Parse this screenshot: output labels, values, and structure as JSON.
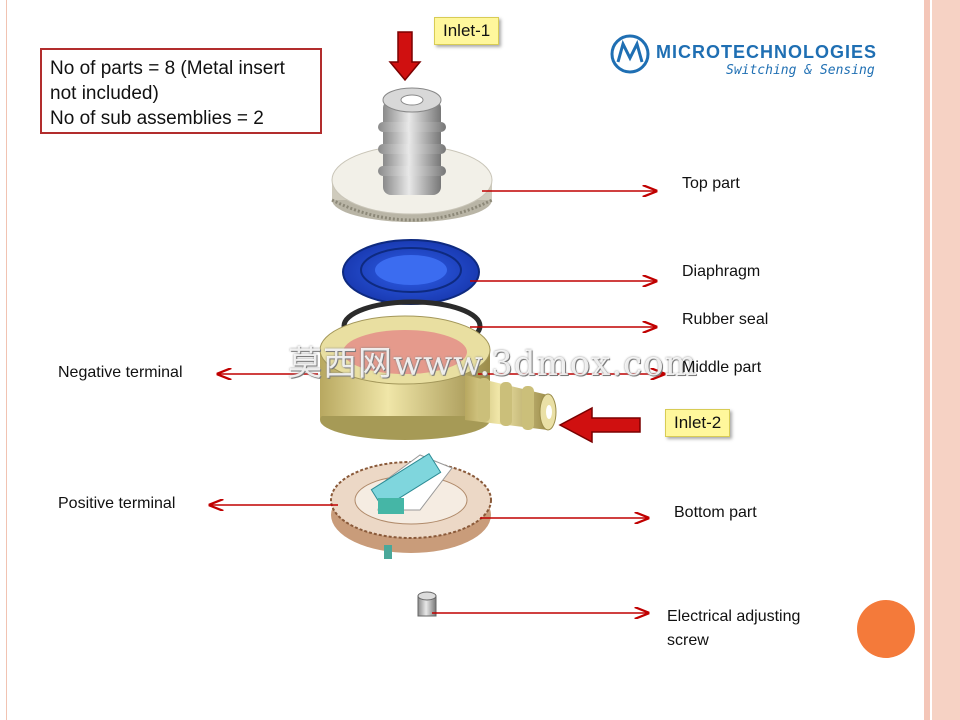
{
  "info_box": {
    "line1": "No of parts = 8 (Metal insert",
    "line2": "not included)",
    "line3": "No of sub assemblies = 2"
  },
  "callouts": {
    "inlet1": "Inlet-1",
    "inlet2": "Inlet-2"
  },
  "logo": {
    "name_part1": "MICRO",
    "name_part2": "TECHNOLOGIES",
    "tagline": "Switching & Sensing"
  },
  "labels": {
    "top_part": "Top part",
    "diaphragm": "Diaphragm",
    "rubber_seal": "Rubber seal",
    "middle_part": "Middle part",
    "negative_terminal": "Negative terminal",
    "positive_terminal": "Positive terminal",
    "bottom_part": "Bottom part",
    "screw_line1": "Electrical adjusting",
    "screw_line2": "screw"
  },
  "watermark": "莫西网www.3dmox.com",
  "colors": {
    "arrow": "#c00000",
    "callout_bg": "#fff79c",
    "box_border": "#b22d2d",
    "brand_blue": "#1f6fb3",
    "accent_orange": "#f47a3a"
  }
}
